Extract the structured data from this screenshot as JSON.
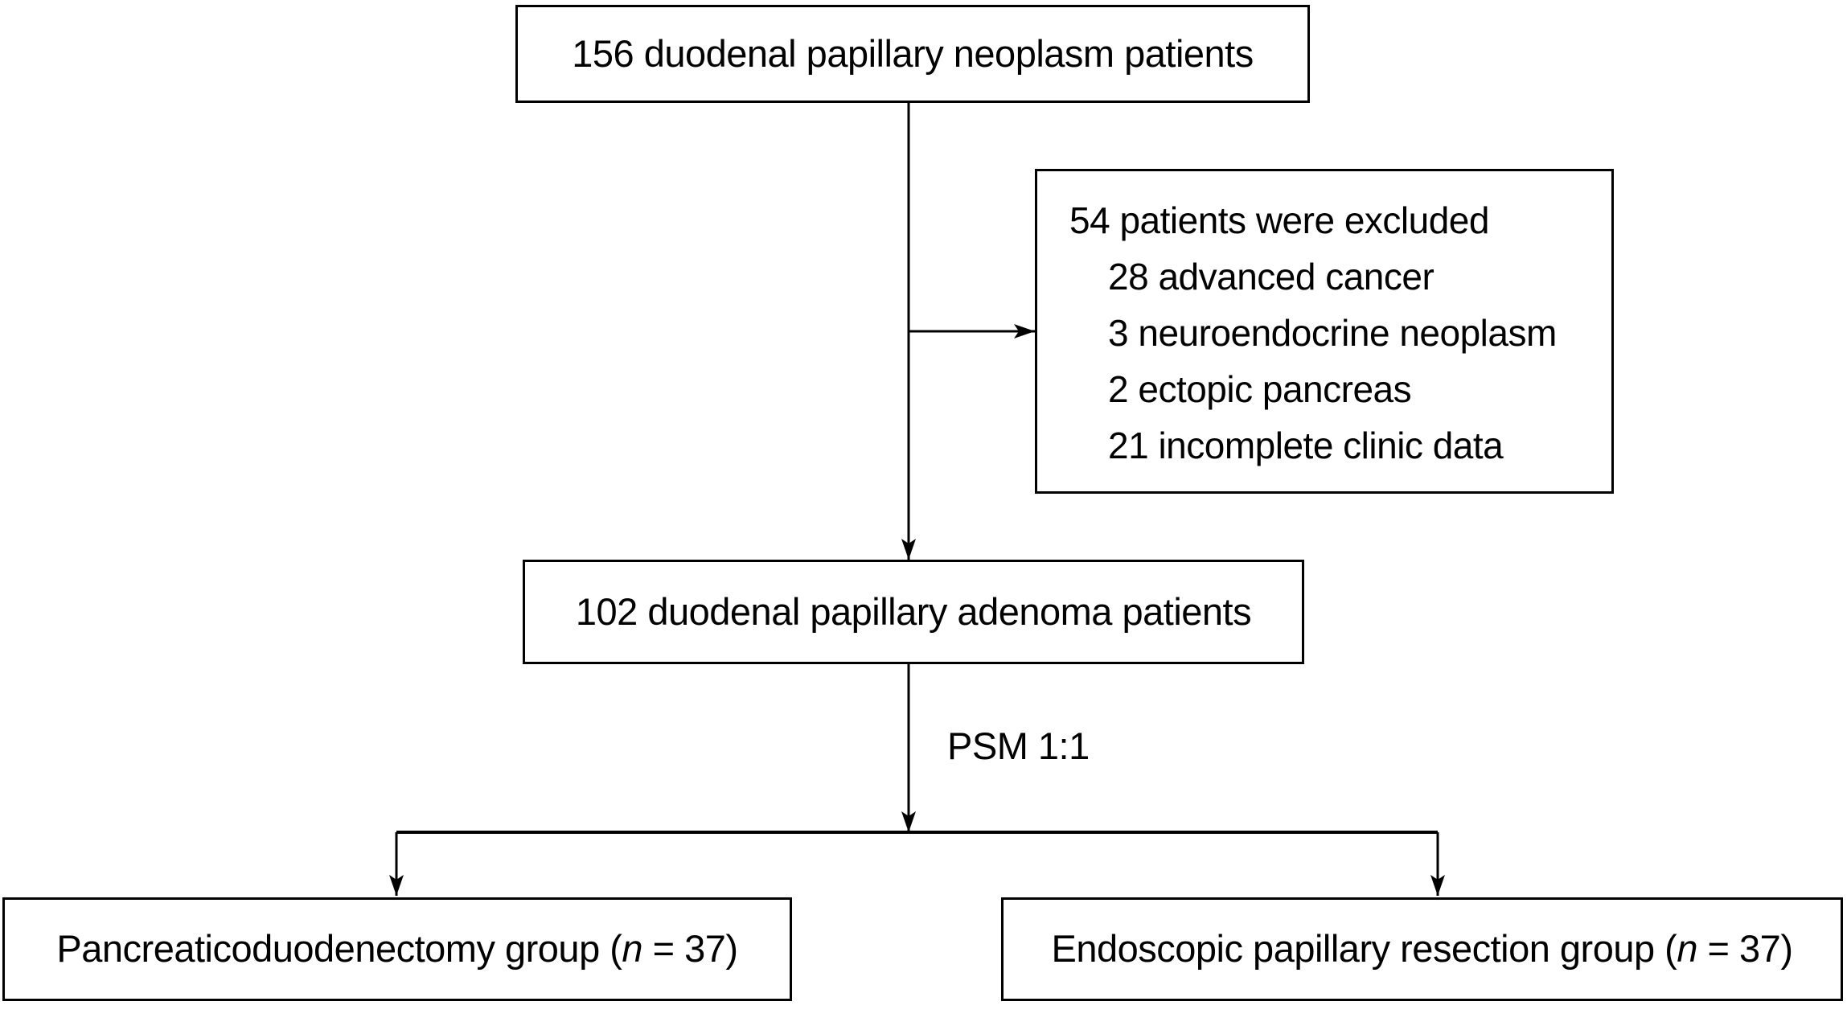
{
  "diagram": {
    "title_box": {
      "text": "156 duodenal papillary neoplasm patients"
    },
    "exclusion_box": {
      "title": "54 patients were excluded",
      "items": [
        "28 advanced cancer",
        "3 neuroendocrine neoplasm",
        "2 ectopic pancreas",
        "21 incomplete clinic data"
      ]
    },
    "adenoma_box": {
      "text": "102 duodenal papillary adenoma patients"
    },
    "psm_label": "PSM 1:1",
    "pd_group_box": {
      "prefix": "Pancreaticoduodenectomy group (",
      "variable": "n",
      "suffix": " = 37)"
    },
    "epr_group_box": {
      "prefix": "Endoscopic papillary resection group (",
      "variable": "n",
      "suffix": " = 37)"
    },
    "colors": {
      "line": "#000000",
      "background": "#ffffff",
      "text": "#000000"
    }
  }
}
